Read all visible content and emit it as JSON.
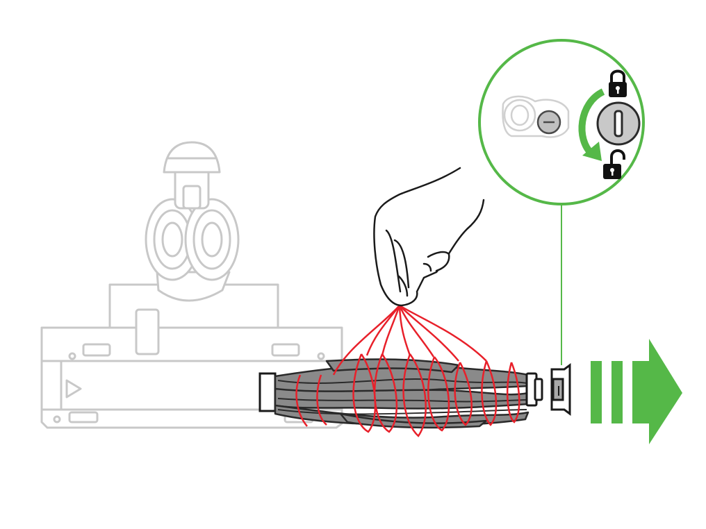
{
  "illustration": {
    "subject": "brush-bar-removal",
    "steps": [
      "unlock-end-cap",
      "pull-out-brush-bar"
    ]
  },
  "colors": {
    "accent_green": "#55b848",
    "hair_red": "#e8202a",
    "faded_outline": "#c8c8c8",
    "brush_gray": "#8a8a8a",
    "line_dark": "#1a1a1a"
  },
  "icons": {
    "locked": "padlock-closed-icon",
    "unlocked": "padlock-open-icon",
    "rotate": "rotate-arrow-icon",
    "direction": "slide-right-arrow-icon"
  }
}
